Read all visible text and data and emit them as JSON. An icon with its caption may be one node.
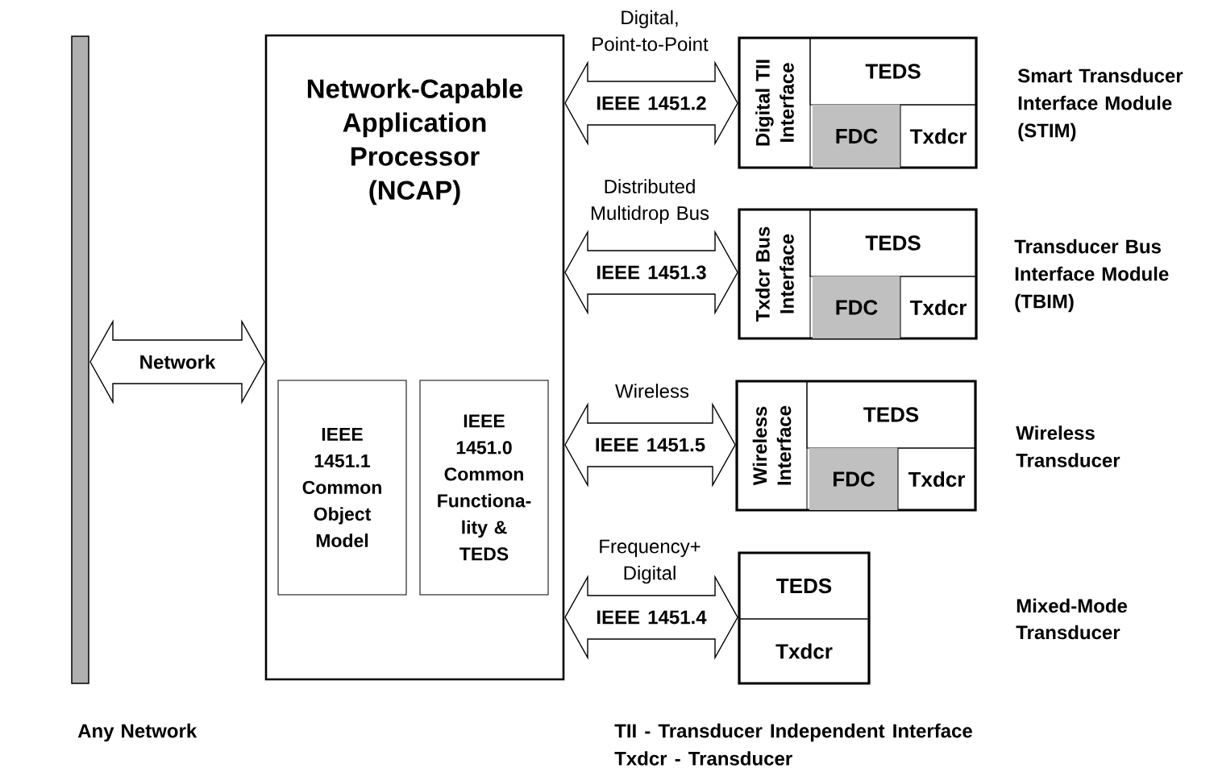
{
  "diagram": {
    "nodes": [
      {
        "text": [],
        "shape": "bar",
        "beside": [
          "Any Network"
        ]
      },
      {
        "text": [
          "Network-Capable Application Processor (NCAP)"
        ]
      },
      {
        "text": [
          "IEEE 1451.1 Common Object Model"
        ],
        "in": 1
      },
      {
        "text": [
          "IEEE 1451.0 Common Functiona- lity & TEDS"
        ],
        "in": 1
      },
      {
        "text": [],
        "shape": "box",
        "beside": [
          "Smart Transducer Interface Module (STIM)"
        ]
      },
      {
        "text": [
          "Digital TII Interface"
        ],
        "in": 4
      },
      {
        "text": [
          "TEDS"
        ],
        "in": 4
      },
      {
        "text": [
          "FDC"
        ],
        "in": 4
      },
      {
        "text": [
          "Txdcr"
        ],
        "in": 4
      },
      {
        "text": [],
        "shape": "box",
        "beside": [
          "Transducer Bus Interface Module (TBIM)"
        ]
      },
      {
        "text": [
          "Txdcr Bus Interface"
        ],
        "in": 9
      },
      {
        "text": [
          "TEDS"
        ],
        "in": 9
      },
      {
        "text": [
          "FDC"
        ],
        "in": 9
      },
      {
        "text": [
          "Txdcr"
        ],
        "in": 9
      },
      {
        "text": [],
        "shape": "box",
        "beside": [
          "Wireless Transducer"
        ]
      },
      {
        "text": [
          "Wireless Interface"
        ],
        "in": 14
      },
      {
        "text": [
          "TEDS"
        ],
        "in": 14
      },
      {
        "text": [
          "FDC"
        ],
        "in": 14
      },
      {
        "text": [
          "Txdcr"
        ],
        "in": 14
      },
      {
        "text": [],
        "shape": "box"
      },
      {
        "text": [
          "TEDS"
        ],
        "in": 19
      },
      {
        "text": [
          "Txdcr"
        ],
        "in": 19
      }
    ],
    "edges": [
      {
        "from": 0,
        "to": 1,
        "arrow": "both",
        "label": "Network"
      },
      {
        "from": 1,
        "to": 4,
        "arrow": "both",
        "label": "IEEE 1451.2"
      },
      {
        "from": 1,
        "to": 9,
        "arrow": "both",
        "label": "IEEE 1451.3"
      },
      {
        "from": 1,
        "to": 14,
        "arrow": "both",
        "label": "IEEE 1451.5"
      },
      {
        "from": 1,
        "to": 19,
        "arrow": "both",
        "label": "IEEE 1451.4"
      }
    ],
    "labels": [
      "Digital, Point-to-Point",
      "Distributed Multidrop Bus",
      "Wireless",
      "Frequency+ Digital",
      "Mixed-Mode Transducer",
      "TII - Transducer Independent Interface",
      "Txdcr - Transducer"
    ]
  }
}
